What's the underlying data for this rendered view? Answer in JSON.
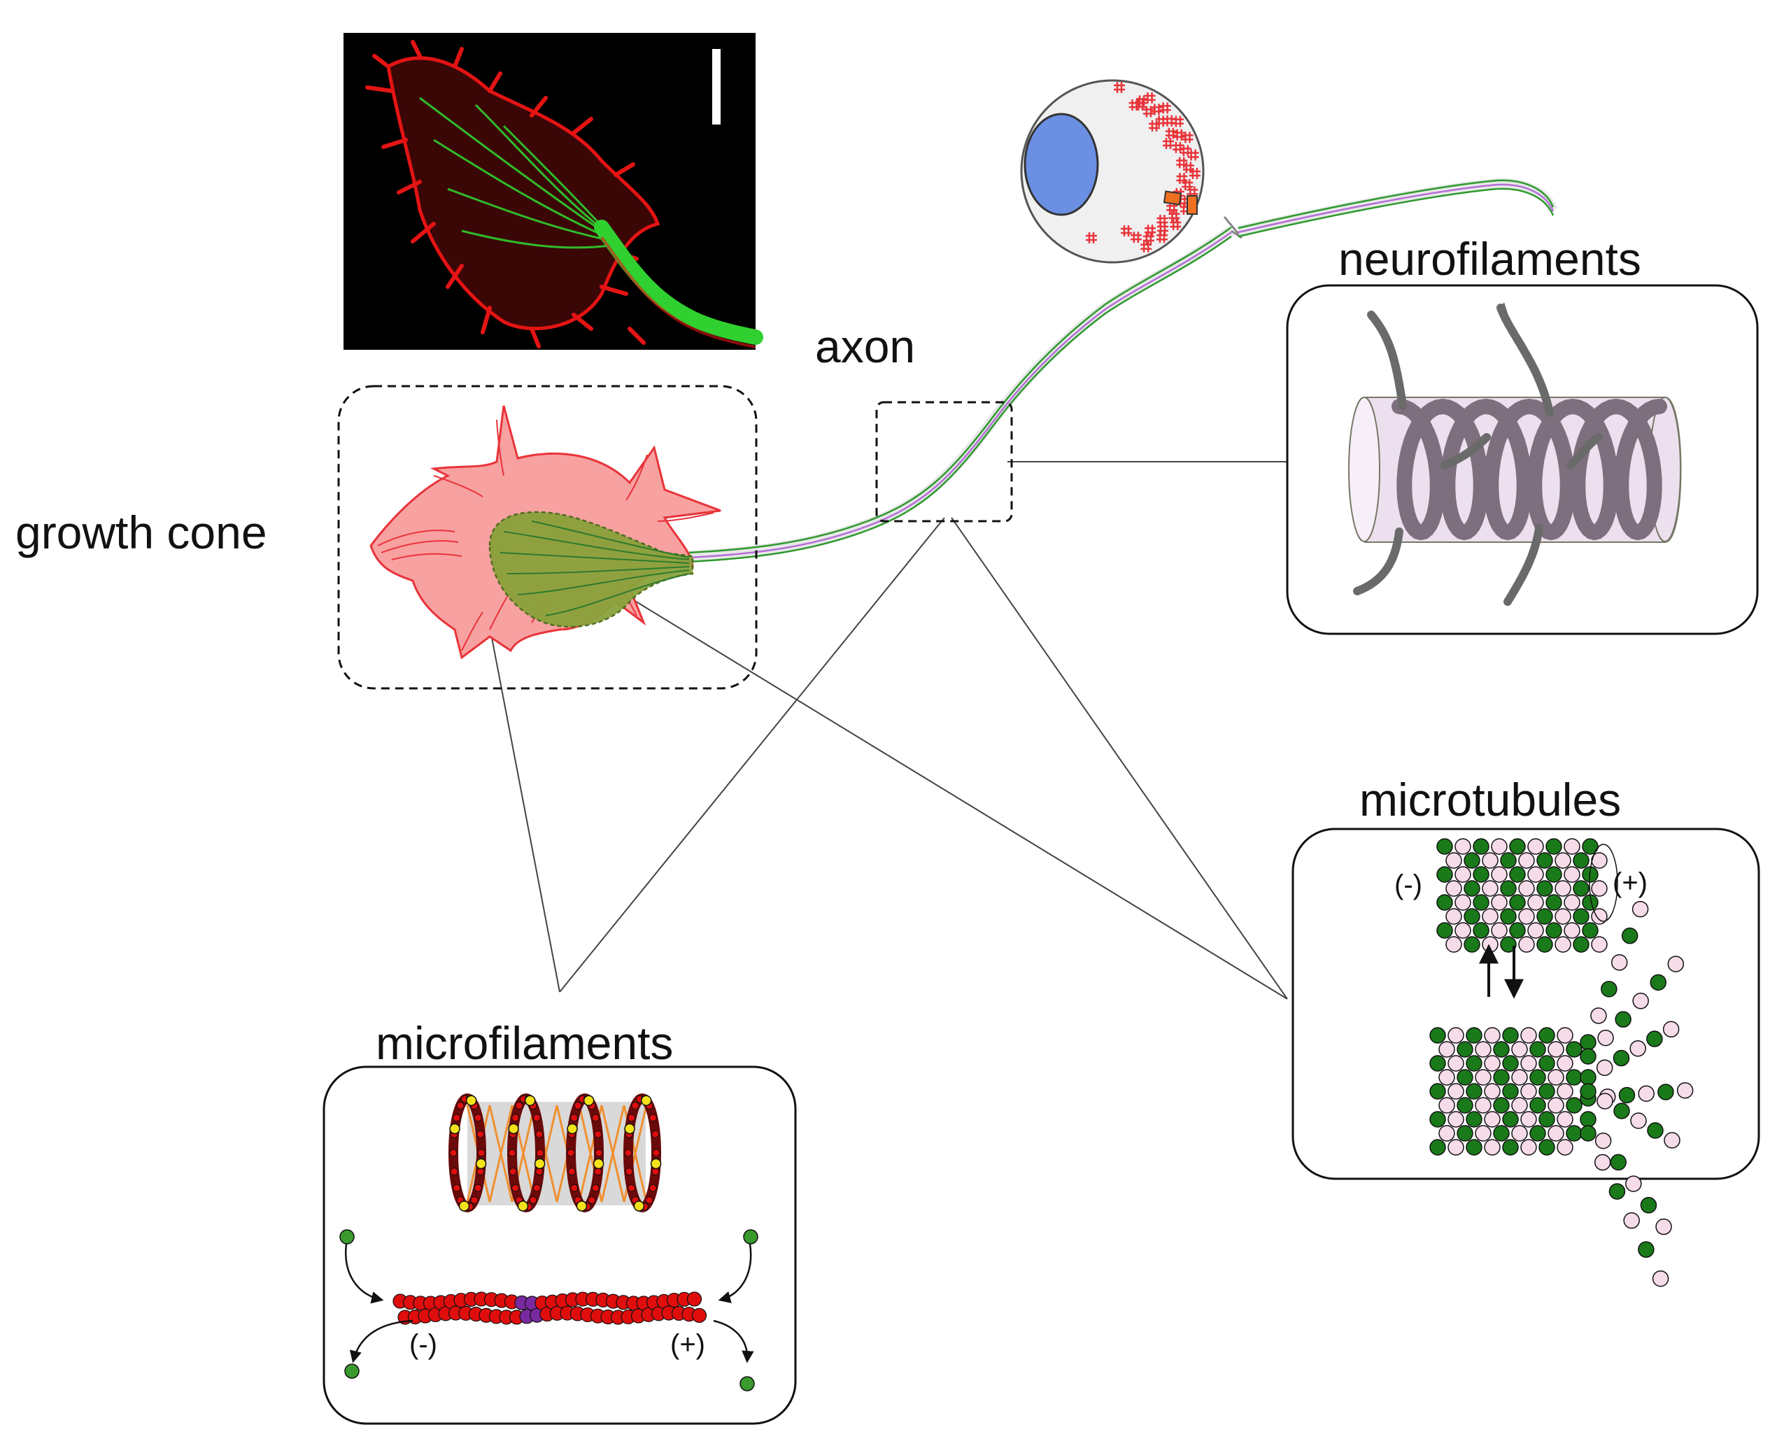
{
  "labels": {
    "growth_cone": "growth cone",
    "axon": "axon",
    "neurofilaments": "neurofilaments",
    "microtubules": "microtubules",
    "microfilaments": "microfilaments"
  },
  "polarity": {
    "minus": "(-)",
    "plus": "(+)"
  },
  "colors": {
    "growth_cone_pink": "#f7a1a1",
    "growth_cone_outline": "#e8343a",
    "central_domain_green": "#8aa23a",
    "micrograph_red": "#e41414",
    "micrograph_green": "#2fd02f",
    "nucleus_blue": "#6a8fe3",
    "tubulin_green": "#1a7a1a",
    "tubulin_pink": "#f6dbe9",
    "actin_red": "#e00d0d",
    "neurofilament_gray": "#7d6f7d"
  }
}
